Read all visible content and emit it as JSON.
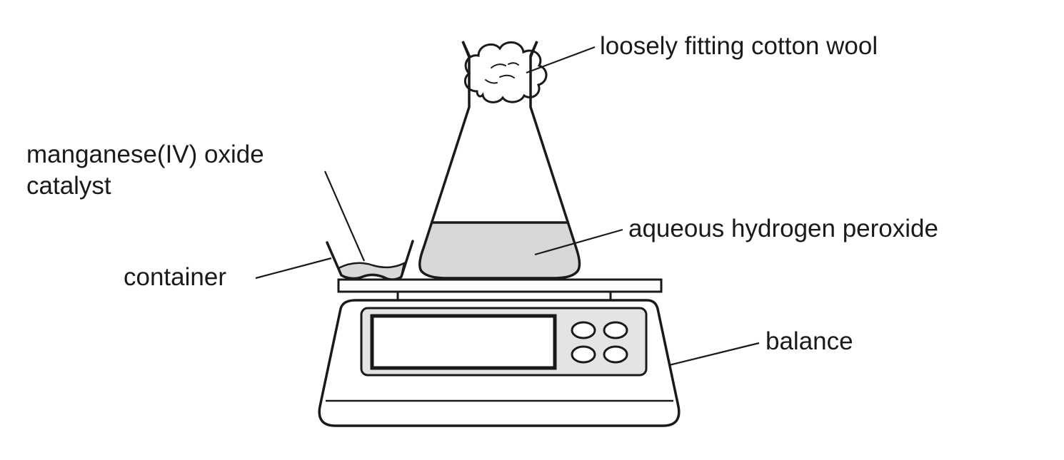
{
  "figure": {
    "labels": {
      "cotton_wool": "loosely fitting cotton wool",
      "catalyst_line1": "manganese(IV) oxide",
      "catalyst_line2": "catalyst",
      "container": "container",
      "hydrogen_peroxide": "aqueous hydrogen peroxide",
      "balance": "balance"
    },
    "colors": {
      "ink": "#1a1a1a",
      "liquid": "#d8d8d8",
      "powder": "#d8d8d8",
      "panel": "#e4e4e4",
      "background": "#ffffff"
    }
  }
}
